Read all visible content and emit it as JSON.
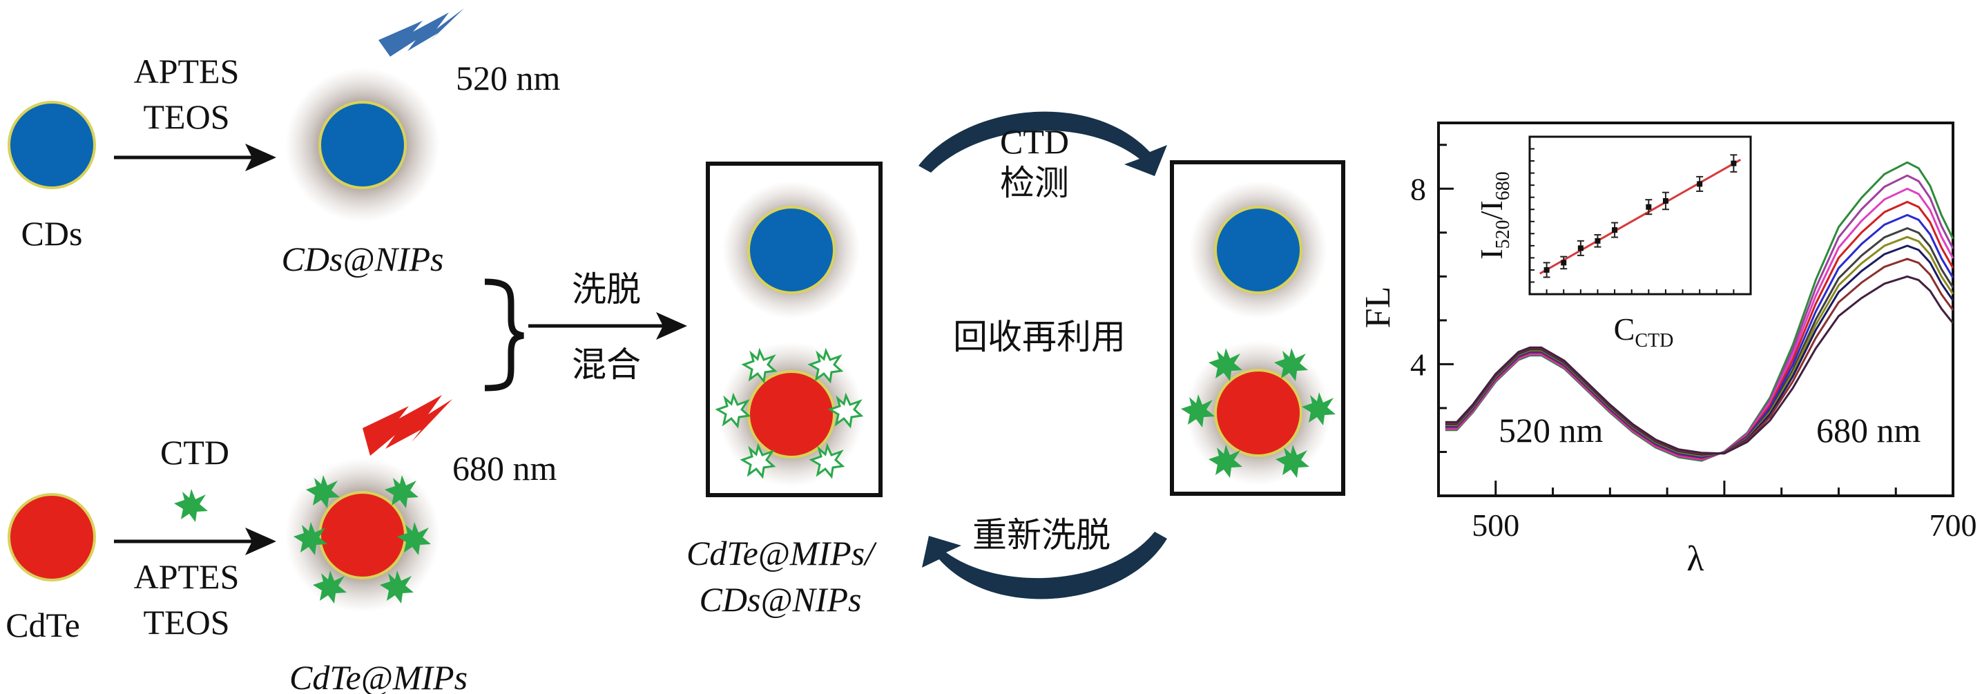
{
  "labels": {
    "cds": "CDs",
    "cdte": "CdTe",
    "aptes_top": "APTES",
    "teos_top": "TEOS",
    "ctd_reagent": "CTD",
    "aptes_bottom": "APTES",
    "teos_bottom": "TEOS",
    "emission_520": "520 nm",
    "emission_680": "680 nm",
    "cds_nips": "CDs@NIPs",
    "cdte_mips": "CdTe@MIPs",
    "elution_1": "洗脱",
    "mixing": "混合",
    "mixture_line1": "CdTe@MIPs/",
    "mixture_line2": "CDs@NIPs",
    "detection_ctd": "CTD",
    "detection": "检测",
    "recycle": "回收再利用",
    "re_elution": "重新洗脱"
  },
  "colors": {
    "cd_blue": "#0a66b2",
    "cdte_red": "#e3231b",
    "silica_halo": "#8a7a70",
    "ctd_green": "#2aa84a",
    "flash_blue": "#3a6fb0",
    "flash_red": "#e3231b",
    "shell_yellow": "#d9d25a",
    "fit_red": "#d63a3a"
  },
  "icons": {
    "flash": "lightning-icon",
    "ctd": "ctd-molecule-icon",
    "cavity": "imprinted-cavity-icon",
    "cycle": "curved-arrow-icon"
  },
  "chart_data": [
    {
      "type": "line",
      "title": "",
      "xlabel": "λ",
      "ylabel": "FL",
      "xlim": [
        475,
        700
      ],
      "ylim": [
        1,
        9.5
      ],
      "xticks": [
        500,
        700
      ],
      "yticks": [
        4,
        8
      ],
      "annotations": [
        "520 nm",
        "680 nm"
      ],
      "x": [
        478,
        483,
        490,
        500,
        510,
        515,
        520,
        530,
        540,
        550,
        560,
        570,
        580,
        590,
        600,
        610,
        620,
        630,
        640,
        650,
        660,
        670,
        680,
        685,
        690,
        695,
        700
      ],
      "base": [
        2.6,
        2.6,
        3.0,
        3.7,
        4.2,
        4.3,
        4.3,
        4.0,
        3.5,
        3.0,
        2.55,
        2.2,
        1.98,
        1.9,
        1.98,
        2.3,
        2.9,
        3.8,
        4.9,
        5.8,
        6.3,
        6.7,
        6.9,
        6.8,
        6.5,
        6.0,
        5.6
      ],
      "series_680_peaks": [
        8.6,
        8.3,
        8.0,
        7.7,
        7.4,
        7.1,
        6.9,
        6.7,
        6.4,
        6.0
      ],
      "series_colors": [
        "#2e8b3a",
        "#a040a0",
        "#e040c0",
        "#d02020",
        "#2a2ad0",
        "#404040",
        "#8a8a20",
        "#1a1a60",
        "#8a3030",
        "#402040"
      ]
    },
    {
      "type": "scatter",
      "title": "",
      "xlabel": "C_CTD",
      "xlabel_main": "C",
      "xlabel_sub": "CTD",
      "ylabel": "I520/I680",
      "ylabel_parts": [
        "I",
        "520",
        "/I",
        "680"
      ],
      "x": [
        1,
        2,
        3,
        4,
        5,
        7,
        8,
        10,
        12
      ],
      "y": [
        1.0,
        1.3,
        1.9,
        2.2,
        2.65,
        3.6,
        3.85,
        4.55,
        5.4
      ],
      "y_error": [
        0.3,
        0.25,
        0.3,
        0.25,
        0.3,
        0.3,
        0.35,
        0.3,
        0.35
      ],
      "fit_line": {
        "x": [
          0.6,
          12.4
        ],
        "y": [
          0.85,
          5.55
        ]
      },
      "xlim": [
        0,
        13
      ],
      "ylim": [
        0,
        6.5
      ]
    }
  ]
}
